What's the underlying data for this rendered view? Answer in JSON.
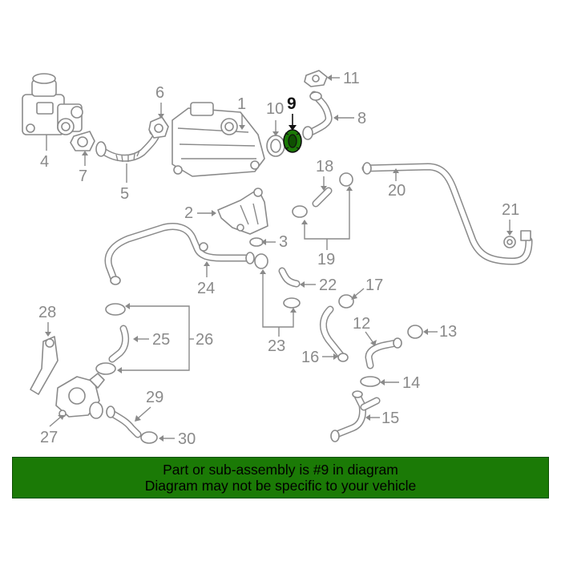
{
  "diagram": {
    "callouts": [
      "1",
      "2",
      "3",
      "4",
      "5",
      "6",
      "7",
      "8",
      "9",
      "10",
      "11",
      "12",
      "13",
      "14",
      "15",
      "16",
      "17",
      "18",
      "19",
      "20",
      "21",
      "22",
      "23",
      "24",
      "25",
      "26",
      "27",
      "28",
      "29",
      "30"
    ],
    "highlighted_part": "9",
    "highlight_color": "#1b7a06"
  },
  "banner": {
    "line1": "Part or sub-assembly is #9 in diagram",
    "line2": "Diagram may not be specific to your vehicle",
    "background": "#1b7a06"
  }
}
